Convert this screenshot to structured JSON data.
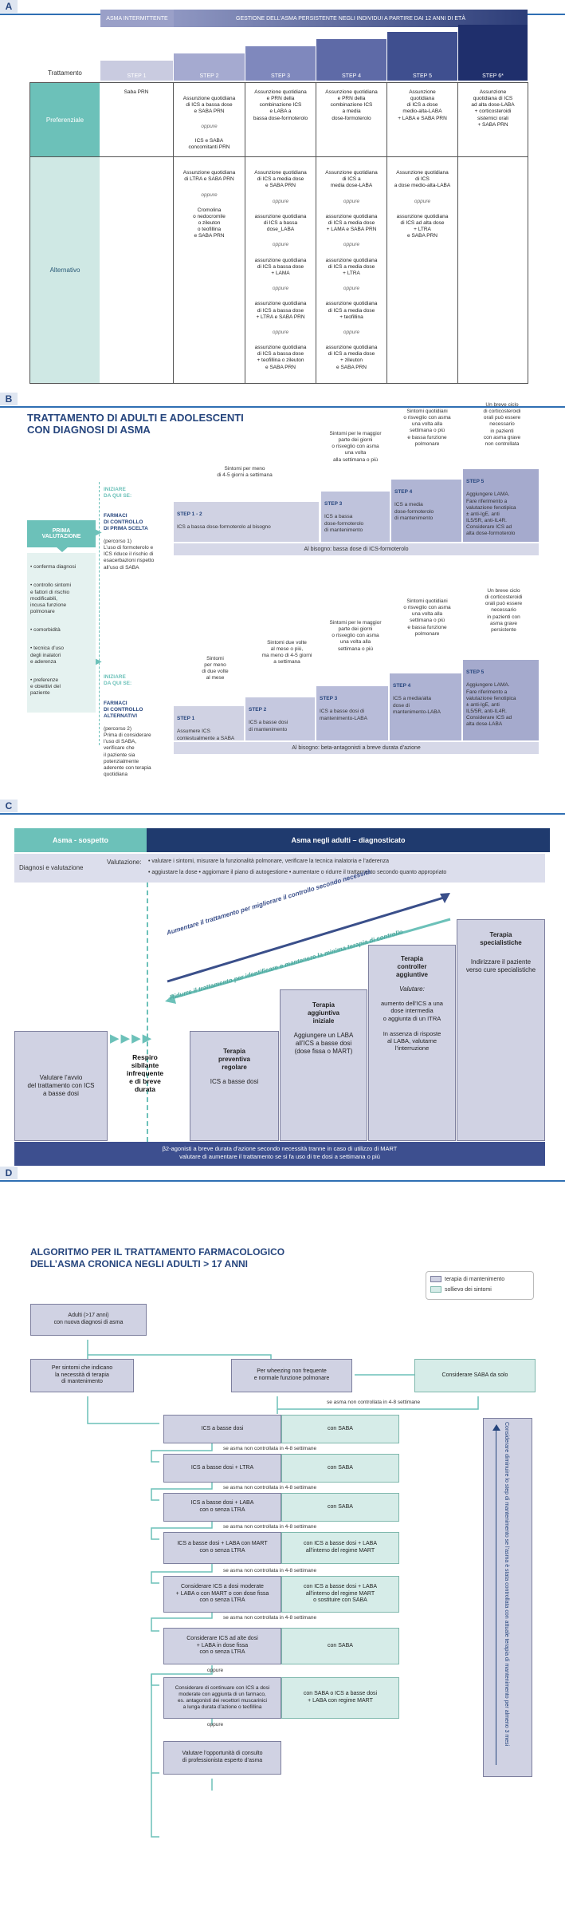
{
  "sectionA": {
    "tag": "A",
    "header_intermittent": "ASMA INTERMITTENTE",
    "header_persistent": "GESTIONE DELL’ASMA PERSISTENTE NEGLI INDIVIDUI A PARTIRE DAI 12 ANNI DI ETÀ",
    "treatment_label": "Trattamento",
    "steps": [
      "STEP 1",
      "STEP 2",
      "STEP 3",
      "STEP 4",
      "STEP 5",
      "STEP 6*"
    ],
    "row_pref": "Preferenziale",
    "row_alt": "Alternativo",
    "pref": [
      "Saba PRN",
      "Assunzione quotidiana\ndi ICS a bassa dose\ne SABA PRN",
      "Assunzione quotidiana\ne PRN della\ncombinazione ICS\ne LABA a\nbassa dose-formoterolo",
      "Assunzione quotidiana\ne PRN della\ncombinazione ICS\na media\ndose-formoterolo",
      "Assunzione\nquotidiana\ndi ICS a dose\nmedio-alta-LABA\n+ LABA e SABA PRN",
      "Assunzione\nquotidiana di ICS\nad alta dose-LABA\n+ corticosteroidi\nsistemici orali\n+ SABA PRN"
    ],
    "pref2_or": "oppure",
    "pref2_alt": "ICS e SABA\nconcomitanti PRN",
    "alt_col2": [
      "Assunzione quotidiana\ndi LTRA e SABA PRN",
      "Cromolina\no nedocromile\no zileuton\no teofillina\ne SABA PRN"
    ],
    "alt_col3": [
      "Assunzione quotidiana\ndi ICS a media dose\ne SABA PRN",
      "assunzione quotidiana\ndi ICS a bassa\ndose_LABA",
      "assunzione quotidiana\ndi ICS a bassa dose\n+ LAMA",
      "assunzione quotidiana\ndi ICS a bassa dose\n+ LTRA e SABA PRN",
      "assunzione quotidiana\ndi ICS a bassa dose\n+ teofillina o zileuton\ne SABA PRN"
    ],
    "alt_col4": [
      "Assunzione quotidiana\ndi ICS a\nmedia dose-LABA",
      "assunzione quotidiana\ndi ICS a media dose\n+ LAMA e SABA PRN",
      "assunzione quotidiana\ndi ICS a media dose\n+ LTRA",
      "assunzione quotidiana\ndi ICS a media dose\n+ teofillina",
      "assunzione quotidiana\ndi ICS a media dose\n+ zileuton\ne SABA PRN"
    ],
    "alt_col5": [
      "Assunzione quotidiana\ndi ICS\na dose medio-alta-LABA",
      "assunzione quotidiana\ndi ICS ad alta dose\n+ LTRA\ne SABA PRN"
    ],
    "oppure": "oppure"
  },
  "sectionB": {
    "tag": "B",
    "title1": "TRATTAMENTO DI ADULTI E ADOLESCENTI",
    "title2": "CON DIAGNOSI DI ASMA",
    "first_eval": "PRIMA\nVALUTAZIONE",
    "eval_items": [
      "conferma diagnosi",
      "controllo sintomi\ne fattori di rischio\nmodificabili,\nincusa funzione\npolmonare",
      "comorbidità",
      "tecnica d’uso\ndegli inalatori\ne aderenza",
      "preferenze\ne obiettivi del\npaziente"
    ],
    "track1": {
      "start": "INIZIARE\nDA QUI SE:",
      "head": "FARMACI\nDI CONTROLLO\nDI PRIMA SCELTA",
      "desc": "(percorso 1)\nL’uso di formoterolo e\nICS riduce il rischio di\nesacerbazioni rispetto\nall’uso di SABA",
      "ann": [
        "Sintomi per meno\ndi 4-5 giorni a settimana",
        "Sintomi per le maggior\nparte dei giorni\no risveglio con asma\nuna volta\nalla settimana o più",
        "Sintomi quotidiani\no risveglio con asma\nuna volta alla\nsettimana o più\ne bassa funzione\npolmonare",
        "Un breve ciclo\ndi corticosteroidi\norali può essere\nnecessario\nin pazienti\ncon asma grave\nnon controllata"
      ],
      "steps": [
        {
          "title": "STEP 1 - 2",
          "text": "ICS a bassa dose-formoterolo al bisogno"
        },
        {
          "title": "STEP 3",
          "text": "ICS a bassa\ndose-formoterolo\ndi mantenimento"
        },
        {
          "title": "STEP 4",
          "text": "ICS a media\ndose-formoterolo\ndi mantenimento"
        },
        {
          "title": "STEP 5",
          "text": "Aggiungere LAMA.\nFare riferimento a\nvalutazione fenotipica\n± anti-IgE, anti\nIL5/5R, anti-IL4R.\nConsiderare ICS ad\nalta dose-formoterolo"
        }
      ],
      "reliever": "Al bisogno: bassa dose di ICS-formoterolo"
    },
    "track2": {
      "start": "INIZIARE\nDA QUI SE:",
      "head": "FARMACI\nDI CONTROLLO\nALTERNATIVI",
      "desc": "(percorso 2)\nPrima di considerare\nl’uso di SABA,\nverificare che\nil paziente sia\npotenzialmente\naderente con terapia\nquotidiana",
      "ann": [
        "Sintomi\nper meno\ndi due volte\nal mese",
        "Sintomi due volte\nal mese o più,\nma meno di 4-5 giorni\na settimana",
        "Sintomi per le maggior\nparte dei giorni\no risveglio con asma\nuna volta alla\nsettimana o più",
        "Sintomi quotidiani\no risveglio con asma\nuna volta alla\nsettimana o più\ne bassa funzione\npolmonare",
        "Un breve ciclo\ndi corticosteroidi\norali può essere\nnecessario\nin pazienti con\nasma grave\npersistente"
      ],
      "steps": [
        {
          "title": "STEP 1",
          "text": "Assumere ICS\ncontestualmente a SABA"
        },
        {
          "title": "STEP 2",
          "text": "ICS a basse dosi\ndi mantenimento"
        },
        {
          "title": "STEP 3",
          "text": "ICS a basse dosi di\nmantenimento-LABA"
        },
        {
          "title": "STEP 4",
          "text": "ICS a media/alta\ndose di\nmantenimento-LABA"
        },
        {
          "title": "STEP 5",
          "text": "Aggiungere LAMA.\nFare riferimento a\nvalutazione fenotipica\n± anti-IgE, anti\nIL5/5R, anti-IL4R.\nConsiderare ICS ad\nalta dose-LABA"
        }
      ],
      "reliever": "Al bisogno: beta-antagonisti a breve durata d’azione"
    }
  },
  "sectionC": {
    "tag": "C",
    "head_left": "Asma - sospetto",
    "head_right": "Asma negli adulti – diagnosticato",
    "diag": "Diagnosi e valutazione",
    "val_label": "Valutazione:",
    "val1": "• valutare i sintomi, misurare la funzionalità polmonare, verificare la tecnica inalatoria e l’aderenza",
    "val2": "• aggiustare la dose  • aggiornare il piano di autogestione  • aumentare o ridurre il trattamento secondo quanto appropriato",
    "arrow_up": "Aumentare il trattamento per migliorare il controllo secondo necessità",
    "arrow_down": "Ridurre il trattamento per identificare e mantenere la minima terapia di controllo",
    "b0": "Valutare l’avvio\ndel trattamento con ICS\na basse dosi",
    "b1": "Respiro\nsibilante\ninfrequente\ne di breve\ndurata",
    "b2_title": "Terapia\npreventiva\nregolare",
    "b2_text": "ICS a basse dosi",
    "b3_title": "Terapia\naggiuntiva\niniziale",
    "b3_text": "Aggiungere un LABA\nall’ICS a basse dosi\n(dose fissa o MART)",
    "b4_title": "Terapia\ncontroller\naggiuntive",
    "b4_sub": "Valutare:",
    "b4_text": "aumento dell’ICS a una\ndose intermedia\no aggiunta di un ITRA\n\nIn assenza di risposte\nal LABA, valutarne\nl’interruzione",
    "b5_title": "Terapia\nspecialistiche",
    "b5_text": "Indirizzare il paziente\nverso cure specialistiche",
    "foot1": "β2-agonisti a breve durata d’azione secondo necessità tranne in caso di utilizzo di MART",
    "foot2": "valutare di aumentare il trattamento se si fa uso di tre dosi a settimana o più"
  },
  "sectionD": {
    "tag": "D",
    "title1": "ALGORITMO PER IL TRATTAMENTO FARMACOLOGICO",
    "title2": "DELL’ASMA CRONICA NEGLI ADULTI > 17 ANNI",
    "legend": [
      "terapia di mantenimento",
      "sollievo dei sintomi"
    ],
    "start": "Adulti (>17 anni)\ncon nuova diagnosi di asma",
    "b_left": "Per sintomi che indicano\nla necessità di terapia\ndi mantenimento",
    "b_mid": "Per wheezing non frequente\ne normale funzione polmonare",
    "b_saba": "Considerare SABA da solo",
    "cond": "se asma non controllata in 4-8 settimane",
    "steps": [
      [
        "ICS a basse dosi",
        "con SABA"
      ],
      [
        "ICS a basse dosi + LTRA",
        "con SABA"
      ],
      [
        "ICS a basse dosi + LABA\ncon o senza LTRA",
        "con SABA"
      ],
      [
        "ICS a basse dosi + LABA con MART\ncon o senza LTRA",
        "con ICS a basse dosi + LABA\nall’interno del regime MART"
      ],
      [
        "Considerare ICS a dosi moderate\n+ LABA o con MART o con dose fissa\ncon o senza LTRA",
        "con ICS a basse dosi + LABA\nall’interno del regime MART\no sostituire con SABA"
      ],
      [
        "Considerare ICS ad alte dosi\n+ LABA in dose fissa\ncon o senza LTRA",
        "con SABA"
      ],
      [
        "Considerare di continuare con ICS a dosi\nmoderate con aggiunta di un farmaco,\nes. antagonisti dei recettori muscarinici\na lunga durata d’azione o teofillina",
        "con SABA o ICS a basse dosi\n+ LABA con regime MART"
      ],
      [
        "Valutare l’opportunità di consulto\ndi professionista esperto d’asma",
        ""
      ]
    ],
    "oppure": "oppure",
    "side": "Considerare diminuire lo step di mantenimento se l’asma è stata controllata con attuale terapia di mantenimento per almeno 3 mesi"
  }
}
